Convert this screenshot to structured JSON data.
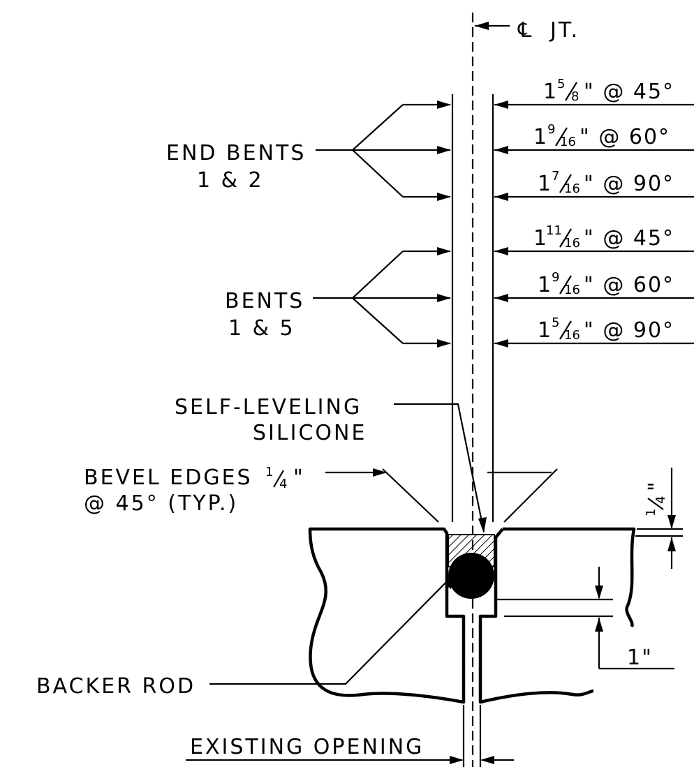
{
  "centerline": {
    "symbol": "℄",
    "label": "JT."
  },
  "end_bents": {
    "line1": "END BENTS",
    "line2": "1 & 2"
  },
  "bents": {
    "line1": "BENTS",
    "line2": "1 & 5"
  },
  "dimensions": [
    {
      "whole": "1",
      "num": "5",
      "den": "8",
      "tail": "\" @ 45°"
    },
    {
      "whole": "1",
      "num": "9",
      "den": "16",
      "tail": "\" @ 60°"
    },
    {
      "whole": "1",
      "num": "7",
      "den": "16",
      "tail": "\" @ 90°"
    },
    {
      "whole": "1",
      "num": "11",
      "den": "16",
      "tail": "\" @ 45°"
    },
    {
      "whole": "1",
      "num": "9",
      "den": "16",
      "tail": "\" @ 60°"
    },
    {
      "whole": "1",
      "num": "5",
      "den": "16",
      "tail": "\" @ 90°"
    }
  ],
  "silicone": {
    "line1": "SELF-LEVELING",
    "line2": "SILICONE"
  },
  "bevel": {
    "line1": "BEVEL EDGES",
    "frac_num": "1",
    "frac_den": "4",
    "line1_tail": "\"",
    "line2": "@ 45° (TYP.)"
  },
  "quarter_dim": {
    "num": "1",
    "den": "4",
    "tail": "\""
  },
  "one_inch_dim": "1\"",
  "backer_rod": "BACKER ROD",
  "existing_opening": "EXISTING OPENING"
}
